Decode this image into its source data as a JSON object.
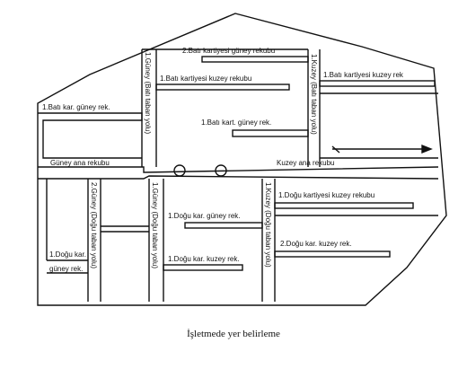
{
  "figure": {
    "caption": "İşletmede yer belirleme"
  },
  "labels": {
    "bati_kart_guney_2": "2.Batı kartiyesi güney rekubu",
    "guney_bati_taban_yolu": "1.Güney (Batı taban yolu)",
    "kuzey_bati_taban_yolu": "1.Kuzey (Batı taban yolu)",
    "bati_kart_kuzey_1_right": "1.Batı kartiyesi kuzey rek",
    "bati_kart_kuzey_1_center": "1.Batı kartiyesi kuzey rekubu",
    "bati_kar_guney_left": "1.Batı kar. güney rek.",
    "bati_kart_guney_1_center": "1.Batı kart. güney rek.",
    "guney_ana_rekubu": "Güney ana rekubu",
    "kuzey_ana_rekubu": "Kuzey ana rekubu",
    "dogu_kart_kuzey_1": "1.Doğu kartiyesi kuzey rekubu",
    "guney_dogu_taban_2": "2.Güney (Doğu taban yolu)",
    "guney_dogu_taban_1": "1.Güney (Doğu taban yolu)",
    "kuzey_dogu_taban_1": "1.Kuzey (Doğu taban yolu)",
    "dogu_kar_guney_1": "1.Doğu kar. güney rek.",
    "dogu_kar_kuzey_2": "2.Doğu kar. kuzey rek.",
    "dogu_kar_kuzey_1": "1.Doğu kar. kuzey rek.",
    "dogu_kar_left": "1.Doğu kar.",
    "guney_rek_left": "güney rek."
  }
}
